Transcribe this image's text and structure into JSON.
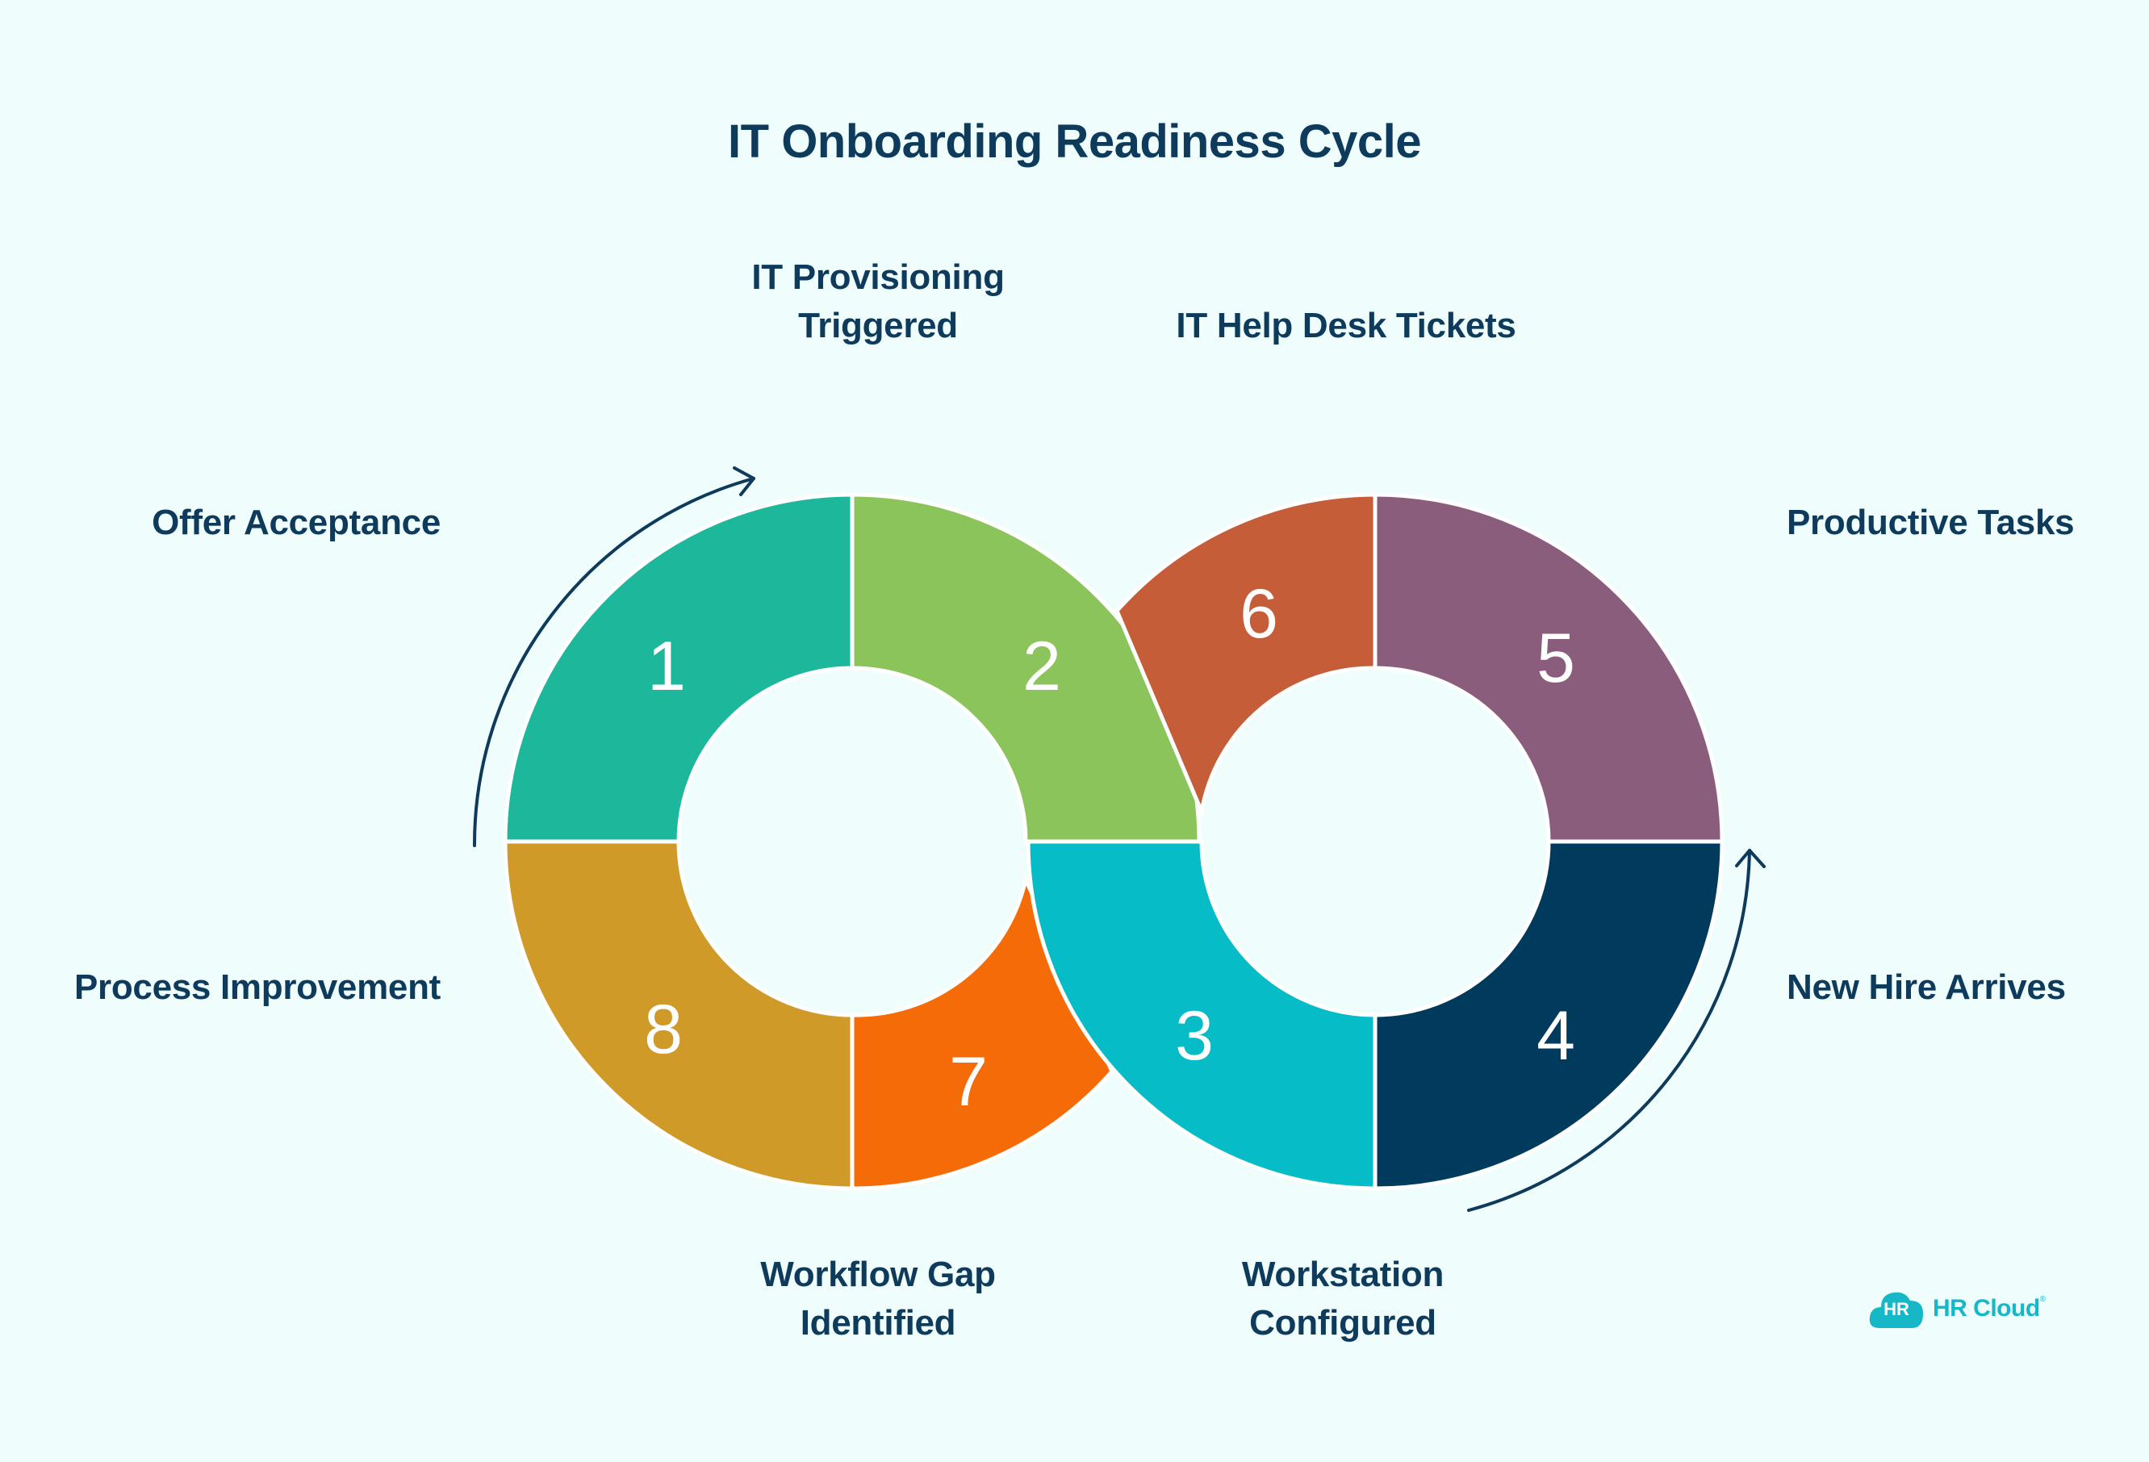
{
  "title": "IT Onboarding Readiness Cycle",
  "stages": [
    {
      "number": "1",
      "label_lines": [
        "Offer Acceptance"
      ],
      "color": "#1db89c"
    },
    {
      "number": "2",
      "label_lines": [
        "IT Provisioning",
        "Triggered"
      ],
      "color": "#8cc45c"
    },
    {
      "number": "3",
      "label_lines": [
        "Workstation",
        "Configured"
      ],
      "color": "#06bcc6"
    },
    {
      "number": "4",
      "label_lines": [
        "New Hire Arrives"
      ],
      "color": "#003a5c"
    },
    {
      "number": "5",
      "label_lines": [
        "Productive Tasks"
      ],
      "color": "#8b5d7d"
    },
    {
      "number": "6",
      "label_lines": [
        "IT Help Desk Tickets"
      ],
      "color": "#c65d39"
    },
    {
      "number": "7",
      "label_lines": [
        "Workflow Gap",
        "Identified"
      ],
      "color": "#f56b07"
    },
    {
      "number": "8",
      "label_lines": [
        "Process Improvement"
      ],
      "color": "#d09a28"
    }
  ],
  "colors": {
    "background": "#effdfd",
    "text": "#0e3b5c",
    "arrow": "#0e3b5c",
    "brand": "#16b7c7"
  },
  "logo": {
    "badge": "HR",
    "text": "HR Cloud",
    "mark": "®",
    "icon": "cloud-icon"
  }
}
